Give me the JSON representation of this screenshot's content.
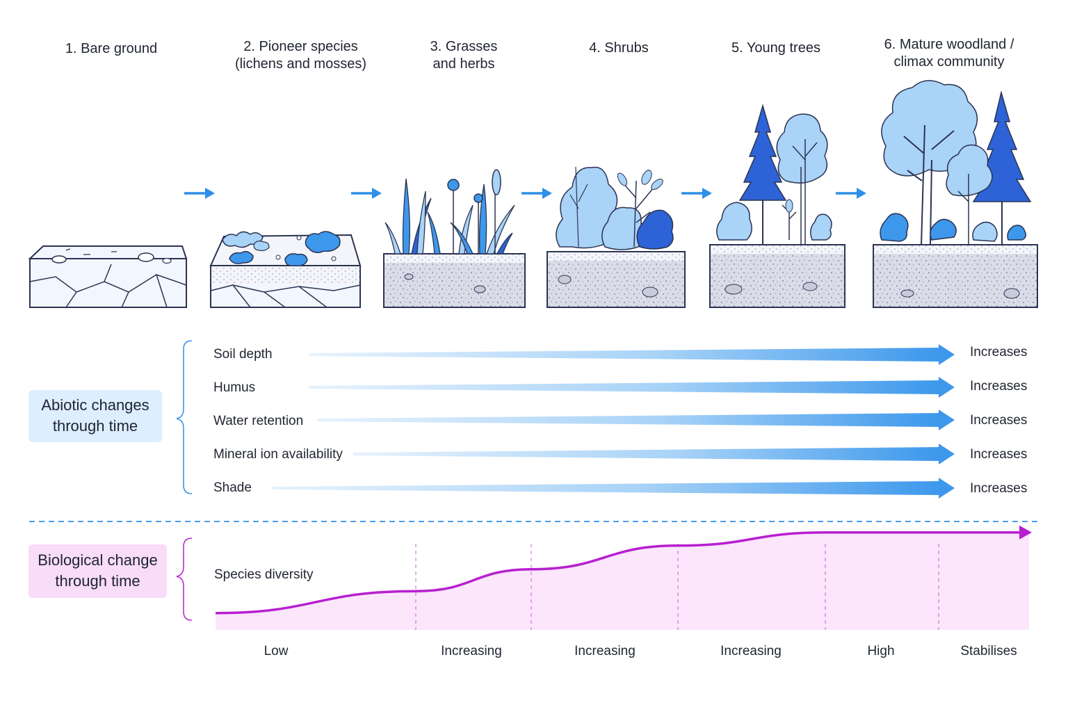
{
  "stages": [
    {
      "label": "1. Bare ground"
    },
    {
      "label": "2. Pioneer species\n(lichens and mosses)"
    },
    {
      "label": "3. Grasses\nand herbs"
    },
    {
      "label": "4. Shrubs"
    },
    {
      "label": "5. Young trees"
    },
    {
      "label": "6. Mature woodland /\nclimax community"
    }
  ],
  "abiotic": {
    "title": "Abiotic changes\nthrough time",
    "rows": [
      {
        "label": "Soil depth",
        "result": "Increases"
      },
      {
        "label": "Humus",
        "result": "Increases"
      },
      {
        "label": "Water retention",
        "result": "Increases"
      },
      {
        "label": "Mineral ion availability",
        "result": "Increases"
      },
      {
        "label": "Shade",
        "result": "Increases"
      }
    ]
  },
  "biological": {
    "title": "Biological change\nthrough time",
    "curve_label": "Species diversity",
    "levels": [
      {
        "label": "Low",
        "value": 0.05
      },
      {
        "label": "Increasing",
        "value": 0.3
      },
      {
        "label": "Increasing",
        "value": 0.55
      },
      {
        "label": "Increasing",
        "value": 0.82
      },
      {
        "label": "High",
        "value": 0.97
      },
      {
        "label": "Stabilises",
        "value": 0.97
      }
    ]
  },
  "colors": {
    "accent_blue": "#2f8fe8",
    "light_blue": "#a9d3f7",
    "tree_blue": "#2d63d6",
    "magenta": "#b81fd0",
    "pink_fill": "#fbe6fb",
    "pink_box": "#f8dcf8",
    "blue_box": "#ddeeff",
    "soil": "#dcdce8",
    "rock": "#f2f6ff",
    "outline": "#2b3352"
  }
}
